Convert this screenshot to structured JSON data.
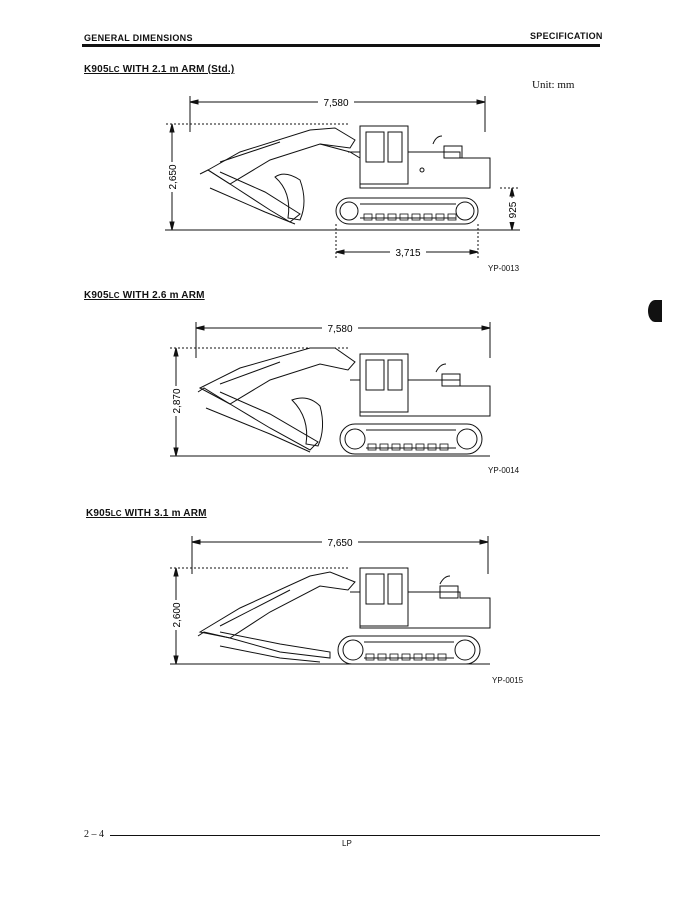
{
  "header": {
    "left": "GENERAL DIMENSIONS",
    "right": "SPECIFICATION"
  },
  "unit_label": "Unit: mm",
  "sections": [
    {
      "title_main": "K905",
      "title_sub": "LC",
      "title_rest": " WITH 2.1 m ARM (Std.)",
      "dims": {
        "length": "7,580",
        "height": "2,650",
        "track": "3,715",
        "clearance": "925"
      },
      "fig_id": "YP-0013"
    },
    {
      "title_main": "K905",
      "title_sub": "LC",
      "title_rest": " WITH 2.6 m ARM",
      "dims": {
        "length": "7,580",
        "height": "2,870"
      },
      "fig_id": "YP-0014"
    },
    {
      "title_main": "K905",
      "title_sub": "LC",
      "title_rest": " WITH 3.1 m ARM",
      "dims": {
        "length": "7,650",
        "height": "2,600"
      },
      "fig_id": "YP-0015"
    }
  ],
  "footer": {
    "page": "2 – 4",
    "code": "LP"
  }
}
